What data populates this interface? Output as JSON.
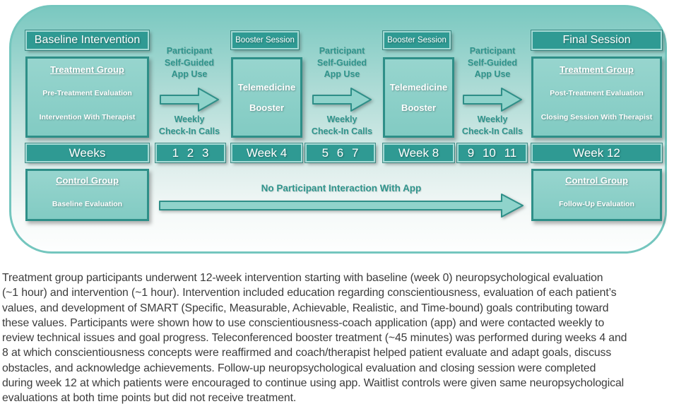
{
  "colors": {
    "dark_teal_fill": "#2F9A93",
    "dark_box_border": "#A5DAD5",
    "light_teal_fill": "#8CD0C9",
    "light_box_border": "#2E8F88",
    "label_teal": "#2F948C",
    "panel_border": "#74C6BE",
    "panel_gradient_top": "#7AC8C0",
    "panel_gradient_bottom": "#FDFEFE",
    "caption_text": "#3B3B3B",
    "box_text": "#FFFFFF"
  },
  "headers": {
    "baseline": "Baseline Intervention",
    "booster1": "Booster Session",
    "booster2": "Booster Session",
    "final": "Final Session"
  },
  "boxes": {
    "treatment_left": {
      "title": "Treatment Group",
      "line1": "Pre-Treatment Evaluation",
      "line2": "Intervention With Therapist"
    },
    "telemedicine1": {
      "line1": "Telemedicine",
      "line2": "Booster"
    },
    "telemedicine2": {
      "line1": "Telemedicine",
      "line2": "Booster"
    },
    "treatment_right": {
      "title": "Treatment Group",
      "line1": "Post-Treatment Evaluation",
      "line2": "Closing Session With Therapist"
    },
    "control_left": {
      "title": "Control Group",
      "line1": "Baseline Evaluation"
    },
    "control_right": {
      "title": "Control Group",
      "line1": "Follow-Up Evaluation"
    }
  },
  "gap_label": {
    "line1": "Participant",
    "line2": "Self-Guided",
    "line3": "App Use",
    "bottom1": "Weekly",
    "bottom2": "Check-In Calls"
  },
  "weeks": {
    "w0": "Weeks",
    "w123": "1 2 3",
    "w4": "Week 4",
    "w567": "5 6 7",
    "w8": "Week 8",
    "w91011": "9 10 11",
    "w12": "Week 12"
  },
  "no_interaction": "No Participant Interaction With App",
  "caption_lines": [
    "Treatment group participants underwent 12-week intervention starting with baseline (week 0) neuropsychological evaluation",
    "(~1 hour) and intervention (~1 hour). Intervention included education regarding conscientiousness, evaluation of each patient’s",
    "values, and development of SMART (Specific, Measurable, Achievable, Realistic, and Time-bound) goals contributing toward",
    "these values. Participants were shown how to use conscientiousness-coach application (app) and were contacted weekly to",
    "review technical issues and goal progress. Teleconferenced booster treatment (~45 minutes) was performed during weeks 4 and",
    "8 at which conscientiousness concepts were reaffirmed and coach/therapist helped patient evaluate and adapt goals, discuss",
    "obstacles, and acknowledge achievements. Follow-up neuropsychological evaluation and closing session were completed",
    "during week 12 at which patients were encouraged to continue using app. Waitlist controls were given same neuropsychological",
    "evaluations at both time points but did not receive treatment."
  ]
}
